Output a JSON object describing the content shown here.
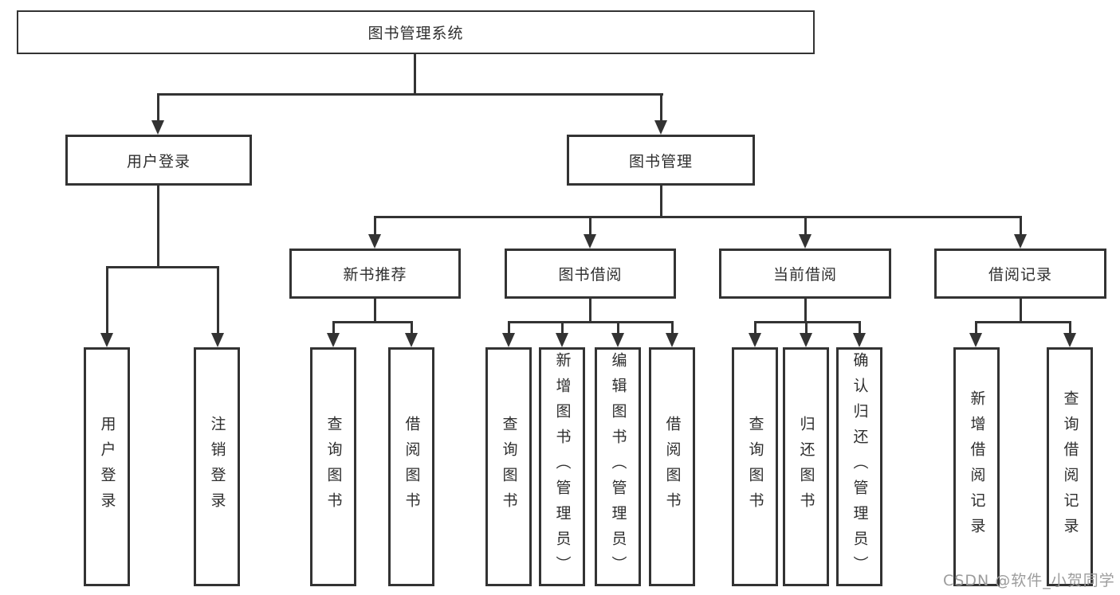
{
  "tree": {
    "label": "图书管理系统",
    "children": [
      {
        "label": "用户登录",
        "children": [
          {
            "label": "用户登录"
          },
          {
            "label": "注销登录"
          }
        ]
      },
      {
        "label": "图书管理",
        "children": [
          {
            "label": "新书推荐",
            "children": [
              {
                "label": "查询图书"
              },
              {
                "label": "借阅图书"
              }
            ]
          },
          {
            "label": "图书借阅",
            "children": [
              {
                "label": "查询图书"
              },
              {
                "label": "新增图书（管理员）"
              },
              {
                "label": "编辑图书（管理员）"
              },
              {
                "label": "借阅图书"
              }
            ]
          },
          {
            "label": "当前借阅",
            "children": [
              {
                "label": "查询图书"
              },
              {
                "label": "归还图书"
              },
              {
                "label": "确认归还（管理员）"
              }
            ]
          },
          {
            "label": "借阅记录",
            "children": [
              {
                "label": "新增借阅记录"
              },
              {
                "label": "查询借阅记录"
              }
            ]
          }
        ]
      }
    ]
  },
  "watermark": {
    "text": "CSDN @软件_小贺同学"
  },
  "colors": {
    "line": "#333333",
    "box_border": "#333333",
    "box_fill": "#ffffff",
    "text": "#2e2e2e",
    "background": "#ffffff",
    "watermark": "#9c9c9c"
  }
}
